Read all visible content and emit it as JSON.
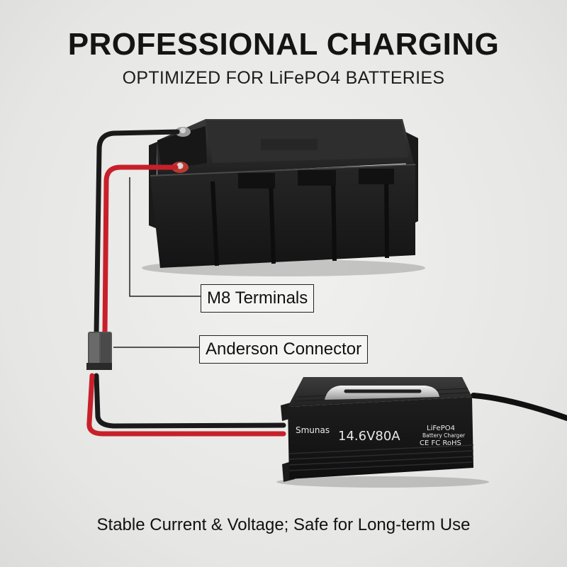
{
  "header": {
    "title": "PROFESSIONAL CHARGING",
    "subtitle": "OPTIMIZED FOR LiFePO4 BATTERIES"
  },
  "callouts": {
    "terminals": "M8 Terminals",
    "connector": "Anderson Connector"
  },
  "charger": {
    "brand": "Smunas",
    "rating": "14.6V80A",
    "chem": "LiFePO4",
    "type": "Battery Charger",
    "certs": "CE FC RoHS"
  },
  "footer": {
    "tagline": "Stable Current & Voltage; Safe for Long-term Use"
  },
  "colors": {
    "background": "#e9e9e7",
    "battery": "#1e1e1e",
    "red_cable": "#c8202a",
    "black_cable": "#1a1a1a",
    "charger": "#262626"
  }
}
